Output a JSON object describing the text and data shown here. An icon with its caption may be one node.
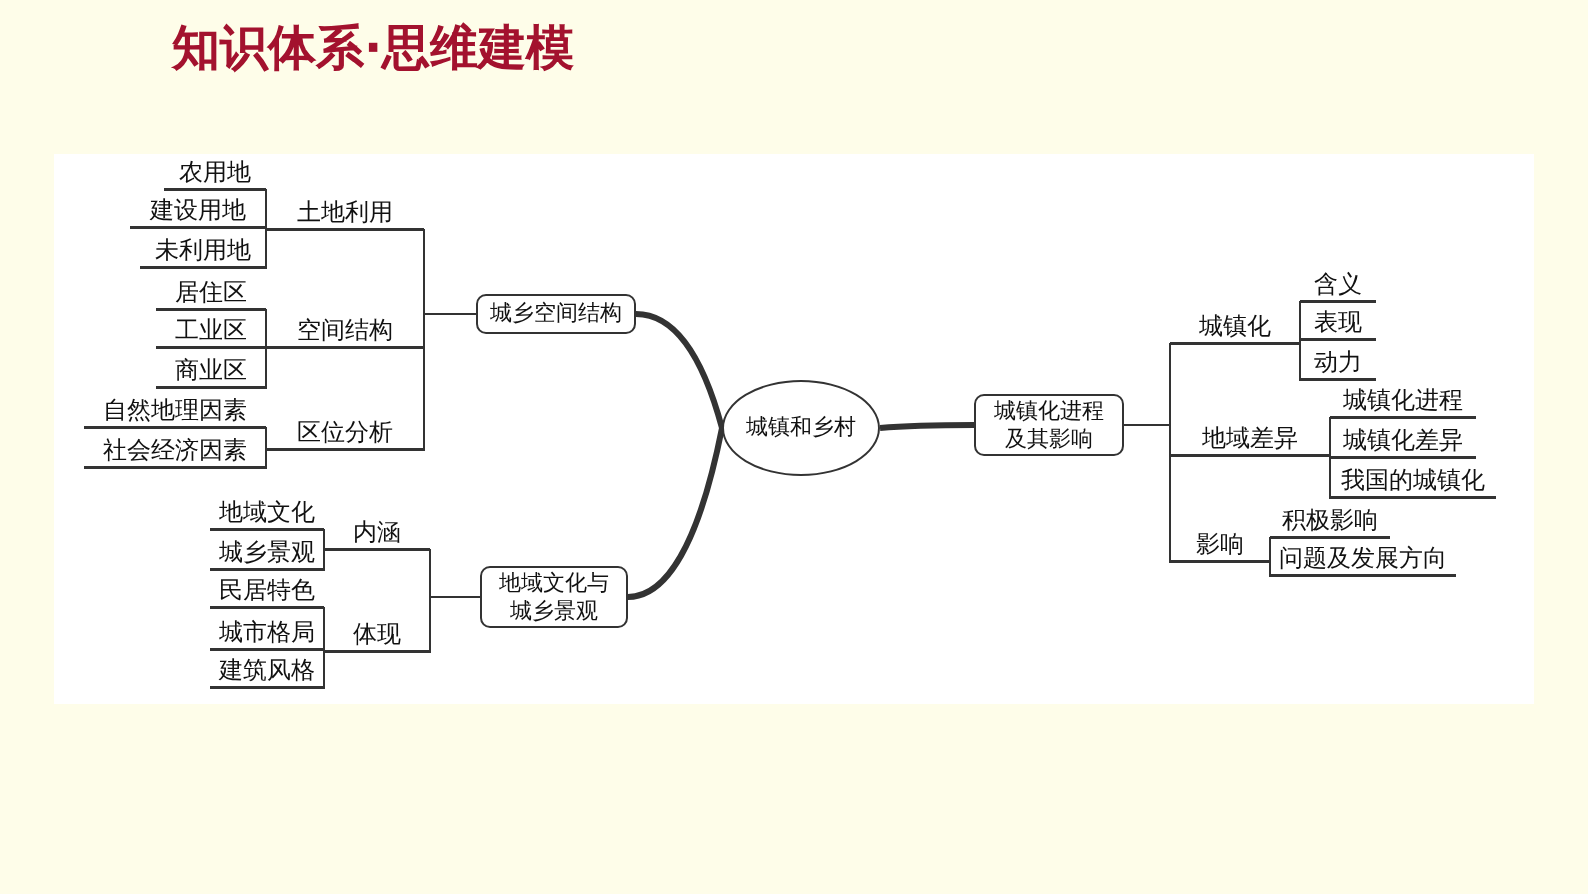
{
  "diagram": {
    "title": "知识体系·思维建模",
    "nodes": [
      {
        "text": [
          "城镇和乡村"
        ]
      },
      {
        "text": [
          "城乡空间结构"
        ]
      },
      {
        "text": [
          "土地利用"
        ]
      },
      {
        "text": [
          "农用地"
        ]
      },
      {
        "text": [
          "建设用地"
        ]
      },
      {
        "text": [
          "未利用地"
        ]
      },
      {
        "text": [
          "空间结构"
        ]
      },
      {
        "text": [
          "居住区"
        ]
      },
      {
        "text": [
          "工业区"
        ]
      },
      {
        "text": [
          "商业区"
        ]
      },
      {
        "text": [
          "区位分析"
        ]
      },
      {
        "text": [
          "自然地理因素"
        ]
      },
      {
        "text": [
          "社会经济因素"
        ]
      },
      {
        "text": [
          "地域文化与城乡景观"
        ]
      },
      {
        "text": [
          "内涵"
        ]
      },
      {
        "text": [
          "地域文化"
        ]
      },
      {
        "text": [
          "城乡景观"
        ]
      },
      {
        "text": [
          "体现"
        ]
      },
      {
        "text": [
          "民居特色"
        ]
      },
      {
        "text": [
          "城市格局"
        ]
      },
      {
        "text": [
          "建筑风格"
        ]
      },
      {
        "text": [
          "城镇化进程及其影响"
        ]
      },
      {
        "text": [
          "城镇化"
        ]
      },
      {
        "text": [
          "含义"
        ]
      },
      {
        "text": [
          "表现"
        ]
      },
      {
        "text": [
          "动力"
        ]
      },
      {
        "text": [
          "地域差异"
        ]
      },
      {
        "text": [
          "城镇化进程"
        ]
      },
      {
        "text": [
          "城镇化差异"
        ]
      },
      {
        "text": [
          "我国的城镇化"
        ]
      },
      {
        "text": [
          "影响"
        ]
      },
      {
        "text": [
          "积极影响"
        ]
      },
      {
        "text": [
          "问题及发展方向"
        ]
      }
    ],
    "edges": [
      {
        "from": 0,
        "to": 1,
        "arrow": "none",
        "style": "thick"
      },
      {
        "from": 0,
        "to": 13,
        "arrow": "none",
        "style": "thick"
      },
      {
        "from": 0,
        "to": 21,
        "arrow": "none",
        "style": "thick"
      },
      {
        "from": 1,
        "to": 2,
        "arrow": "none"
      },
      {
        "from": 1,
        "to": 6,
        "arrow": "none"
      },
      {
        "from": 1,
        "to": 10,
        "arrow": "none"
      },
      {
        "from": 2,
        "to": 3,
        "arrow": "none"
      },
      {
        "from": 2,
        "to": 4,
        "arrow": "none"
      },
      {
        "from": 2,
        "to": 5,
        "arrow": "none"
      },
      {
        "from": 6,
        "to": 7,
        "arrow": "none"
      },
      {
        "from": 6,
        "to": 8,
        "arrow": "none"
      },
      {
        "from": 6,
        "to": 9,
        "arrow": "none"
      },
      {
        "from": 10,
        "to": 11,
        "arrow": "none"
      },
      {
        "from": 10,
        "to": 12,
        "arrow": "none"
      },
      {
        "from": 13,
        "to": 14,
        "arrow": "none"
      },
      {
        "from": 13,
        "to": 17,
        "arrow": "none"
      },
      {
        "from": 14,
        "to": 15,
        "arrow": "none"
      },
      {
        "from": 14,
        "to": 16,
        "arrow": "none"
      },
      {
        "from": 17,
        "to": 18,
        "arrow": "none"
      },
      {
        "from": 17,
        "to": 19,
        "arrow": "none"
      },
      {
        "from": 17,
        "to": 20,
        "arrow": "none"
      },
      {
        "from": 21,
        "to": 22,
        "arrow": "none"
      },
      {
        "from": 21,
        "to": 26,
        "arrow": "none"
      },
      {
        "from": 21,
        "to": 30,
        "arrow": "none"
      },
      {
        "from": 22,
        "to": 23,
        "arrow": "none"
      },
      {
        "from": 22,
        "to": 24,
        "arrow": "none"
      },
      {
        "from": 22,
        "to": 25,
        "arrow": "none"
      },
      {
        "from": 26,
        "to": 27,
        "arrow": "none"
      },
      {
        "from": 26,
        "to": 28,
        "arrow": "none"
      },
      {
        "from": 26,
        "to": 29,
        "arrow": "none"
      },
      {
        "from": 30,
        "to": 31,
        "arrow": "none"
      },
      {
        "from": 30,
        "to": 32,
        "arrow": "none"
      }
    ]
  }
}
